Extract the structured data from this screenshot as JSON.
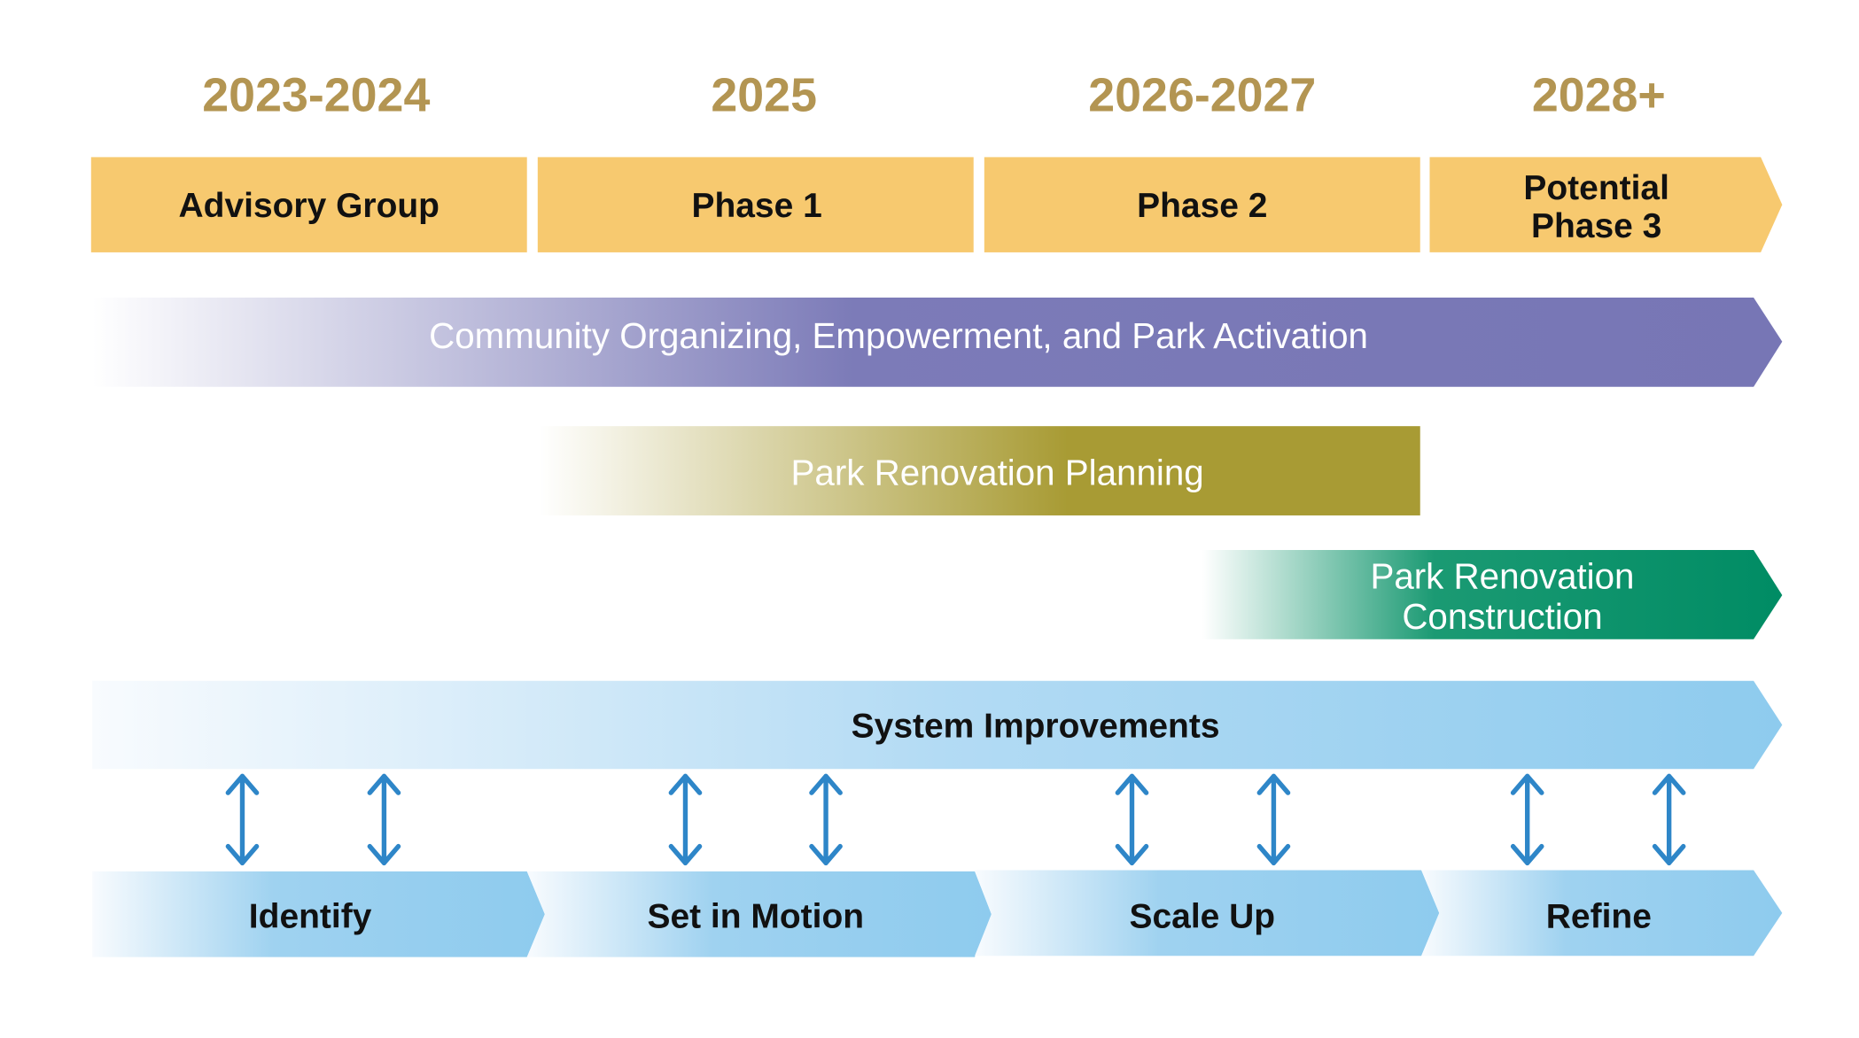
{
  "colors": {
    "year_text": "#b39552",
    "phase_fill": "#f7c96f",
    "community": "#7776b5",
    "planning": "#a89b34",
    "construction": "#008c64",
    "system": "#8ecbee",
    "arrows": "#2e86c8"
  },
  "years": [
    "2023-2024",
    "2025",
    "2026-2027",
    "2028+"
  ],
  "phases": {
    "p0": "Advisory Group",
    "p1": "Phase 1",
    "p2": "Phase 2",
    "p3_line1": "Potential",
    "p3_line2": "Phase 3"
  },
  "bands": {
    "community": "Community Organizing, Empowerment, and Park Activation",
    "planning": "Park Renovation Planning",
    "construction_line1": "Park Renovation",
    "construction_line2": "Construction",
    "system": "System Improvements"
  },
  "stages": [
    "Identify",
    "Set in Motion",
    "Scale Up",
    "Refine"
  ]
}
